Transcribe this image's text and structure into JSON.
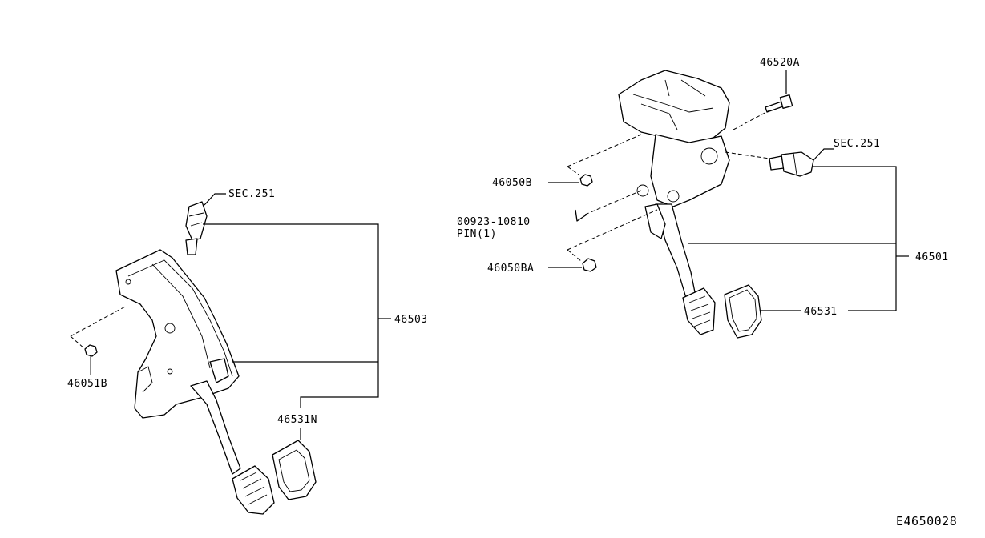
{
  "labels": {
    "left_sec": "SEC.251",
    "left_assembly": "46503",
    "left_nut": "46051B",
    "left_pad": "46531N",
    "right_bolt": "46520A",
    "right_sec": "SEC.251",
    "right_nut1": "46050B",
    "right_pin_num": "00923-10810",
    "right_pin_text": "PIN(1)",
    "right_nut2": "46050BA",
    "right_assembly": "46501",
    "right_pad": "46531",
    "drawing_id": "E4650028"
  }
}
